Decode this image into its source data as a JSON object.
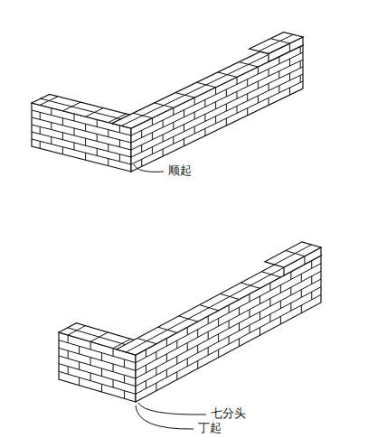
{
  "diagram": {
    "labels": [
      "顺起",
      "七分头",
      "丁起"
    ]
  }
}
